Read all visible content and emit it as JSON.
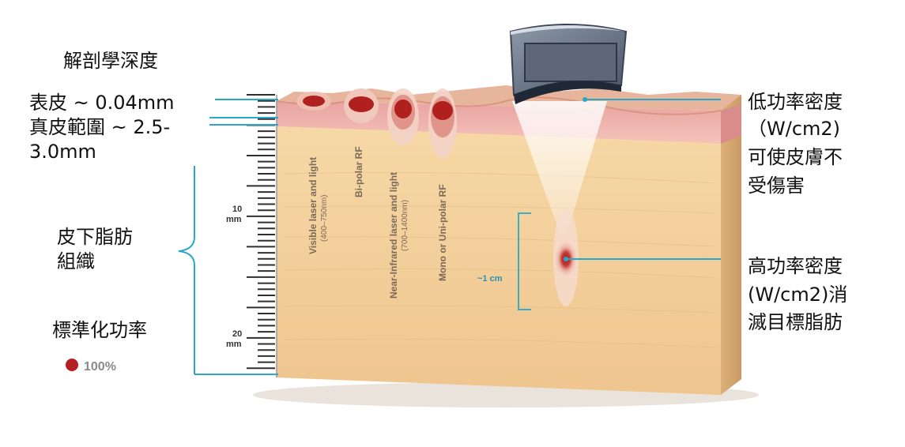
{
  "heading": "解剖學深度",
  "epidermis_label": "表皮 ~ 0.04mm",
  "dermis_label_line1": "真皮範圍 ~ 2.5-",
  "dermis_label_line2": "3.0mm",
  "fat_label_line1": "皮下脂肪",
  "fat_label_line2": "組織",
  "normalized_power_label": "標準化功率",
  "legend_value": "100%",
  "ruler_label_10": "10",
  "ruler_label_20": "20",
  "ruler_unit": "mm",
  "technologies": [
    {
      "name": "Visible laser and light",
      "range": "(400–750nm)"
    },
    {
      "name": "Bi-polar RF",
      "range": ""
    },
    {
      "name": "Near-Infrared laser and light",
      "range": "(700–1400nm)"
    },
    {
      "name": "Mono or Uni-polar RF",
      "range": ""
    }
  ],
  "focus_size_label": "~1 cm",
  "low_density_lines": [
    "低功率密度",
    "（W/cm2)",
    "可使皮膚不",
    "受傷害"
  ],
  "high_density_lines": [
    "高功率密度",
    "(W/cm2)消",
    "滅目標脂肪"
  ],
  "colors": {
    "accent_line": "#2aa7c9",
    "fat_tissue": "#f2cf9a",
    "dermis": "#f0a9ad",
    "epidermis": "#e8b49a",
    "heat_core": "#b0201e",
    "legend_dot": "#b51f22",
    "device_frame": "#4a5566"
  }
}
